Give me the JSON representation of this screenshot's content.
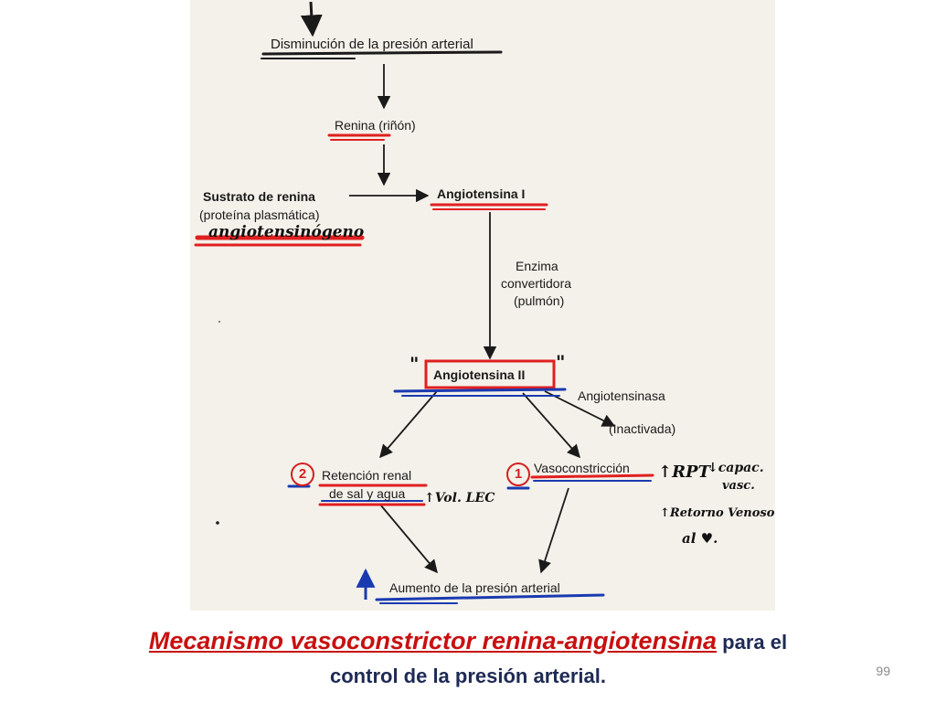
{
  "diagram": {
    "nodes": {
      "disminucion": "Disminución de la presión arterial",
      "renina": "Renina (riñón)",
      "sustrato_1": "Sustrato de renina",
      "sustrato_2": "(proteína plasmática)",
      "angiotensina_1": "Angiotensina I",
      "enzima_1": "Enzima",
      "enzima_2": "convertidora",
      "enzima_3": "(pulmón)",
      "angiotensina_2": "Angiotensina II",
      "angiotensinasa": "Angiotensinasa",
      "inactivada": "(Inactivada)",
      "retencion_1": "Retención renal",
      "retencion_2": "de sal y agua",
      "vasoconstriccion": "Vasoconstricción",
      "aumento": "Aumento de la presión arterial"
    },
    "annotations": {
      "angiotensinogeno": "angiotensinógeno",
      "vol_lec": "↑Vol. LEC",
      "rpt": "↑RPT",
      "capac_1": "↓capac.",
      "capac_2": "vasc.",
      "retorno_1": "↑Retorno Venoso",
      "retorno_2": "al ♥.",
      "badge_retencion": "2",
      "badge_vaso": "1",
      "quote_left": "\"",
      "quote_right": "\""
    },
    "colors": {
      "red_marker": "#e02020",
      "blue_marker": "#1a3ab0",
      "black_arrow": "#1a1a1a"
    }
  },
  "caption": {
    "line1_accent": "Mecanismo vasoconstrictor renina-angiotensina",
    "line1_rest": " para el",
    "line2": "control de la presión arterial."
  },
  "page_number": "99"
}
